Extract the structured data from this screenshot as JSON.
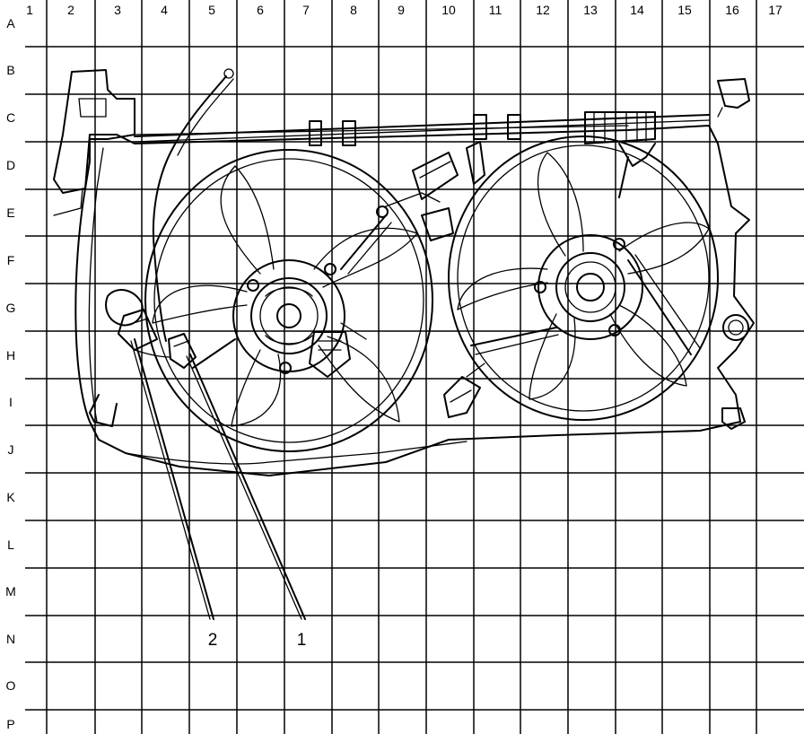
{
  "grid": {
    "columns": [
      "1",
      "2",
      "3",
      "4",
      "5",
      "6",
      "7",
      "8",
      "9",
      "10",
      "11",
      "12",
      "13",
      "14",
      "15",
      "16",
      "17"
    ],
    "rows": [
      "A",
      "B",
      "C",
      "D",
      "E",
      "F",
      "G",
      "H",
      "I",
      "J",
      "K",
      "L",
      "M",
      "N",
      "O",
      "P"
    ]
  },
  "callouts": [
    {
      "id": "1",
      "label": "1"
    },
    {
      "id": "2",
      "label": "2"
    }
  ]
}
